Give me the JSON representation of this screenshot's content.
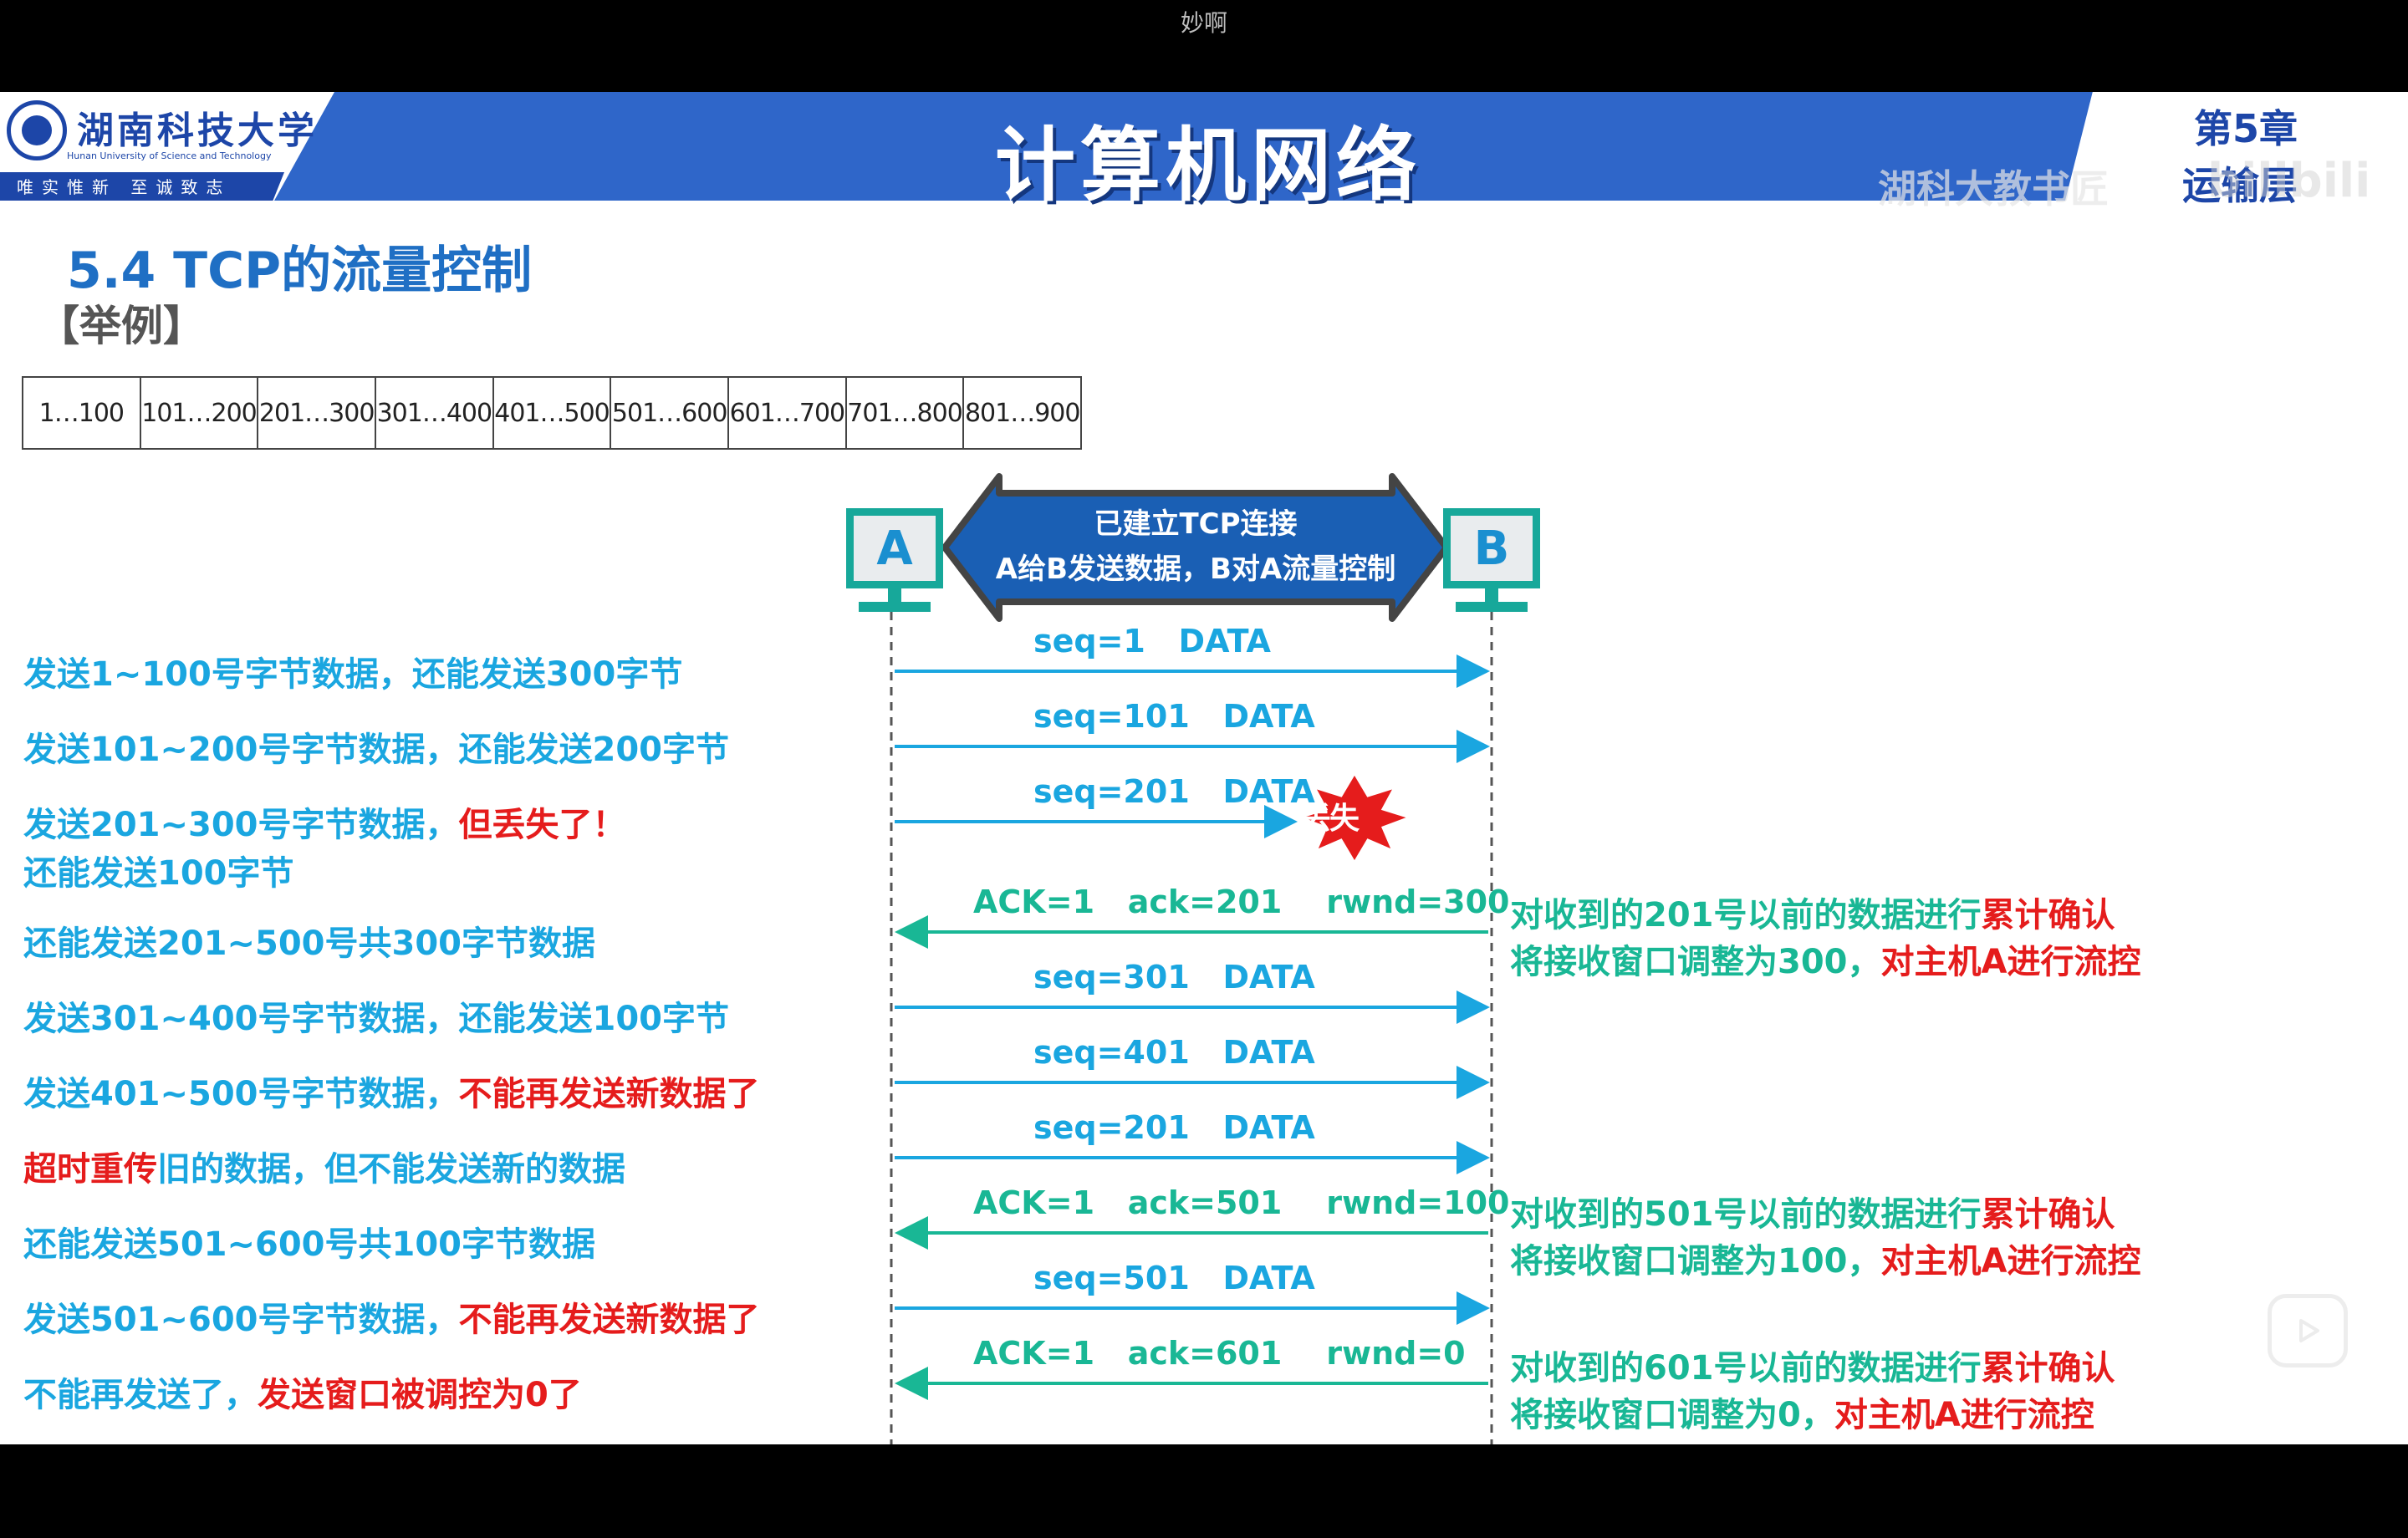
{
  "video": {
    "title": "妙啊"
  },
  "banner": {
    "university_cn": "湖南科技大学",
    "university_en": "Hunan University of Science and Technology",
    "motto": "唯实惟新 至诚致志",
    "course_title": "计算机网络",
    "chapter_number": "第5章",
    "chapter_name": "运输层",
    "channel_mark": "湖科大教书匠",
    "watermark": "bilibili"
  },
  "slide": {
    "section_title": "5.4 TCP的流量控制",
    "example_label": "【举例】"
  },
  "byte_ranges": [
    "1…100",
    "101…200",
    "201…300",
    "301…400",
    "401…500",
    "501…600",
    "601…700",
    "701…800",
    "801…900"
  ],
  "hosts": {
    "a": "A",
    "b": "B"
  },
  "connection": {
    "line1": "已建立TCP连接",
    "line2": "A给B发送数据，B对A流量控制"
  },
  "messages": [
    {
      "label": "seq=1   DATA",
      "direction": "A→B"
    },
    {
      "label": "seq=101   DATA",
      "direction": "A→B"
    },
    {
      "label": "seq=201   DATA",
      "direction": "A→B",
      "lost": true
    },
    {
      "label": "ACK=1   ack=201    rwnd=300",
      "direction": "B→A"
    },
    {
      "label": "seq=301   DATA",
      "direction": "A→B"
    },
    {
      "label": "seq=401   DATA",
      "direction": "A→B"
    },
    {
      "label": "seq=201   DATA",
      "direction": "A→B"
    },
    {
      "label": "ACK=1   ack=501    rwnd=100",
      "direction": "B→A"
    },
    {
      "label": "seq=501   DATA",
      "direction": "A→B"
    },
    {
      "label": "ACK=1   ack=601    rwnd=0",
      "direction": "B→A"
    }
  ],
  "lost_label": "丢失",
  "left_notes": {
    "n1": "发送1~100号字节数据，还能发送300字节",
    "n2": "发送101~200号字节数据，还能发送200字节",
    "n3_a": "发送201~300号字节数据，",
    "n3_b": "但丢失了！",
    "n3_c": "还能发送100字节",
    "n4": "还能发送201~500号共300字节数据",
    "n5": "发送301~400号字节数据，还能发送100字节",
    "n6_a": "发送401~500号字节数据，",
    "n6_b": "不能再发送新数据了",
    "n7_a": "超时重传",
    "n7_b": "旧的数据，但不能发送新的数据",
    "n8": "还能发送501~600号共100字节数据",
    "n9_a": "发送501~600号字节数据，",
    "n9_b": "不能再发送新数据了",
    "n10_a": "不能再发送了，",
    "n10_b": "发送窗口被调控为0了"
  },
  "right_notes": [
    {
      "l1_a": "对收到的201号以前的数据进行",
      "l1_b": "累计确认",
      "l2_a": "将接收窗口调整为300，",
      "l2_b": "对主机A进行流控"
    },
    {
      "l1_a": "对收到的501号以前的数据进行",
      "l1_b": "累计确认",
      "l2_a": "将接收窗口调整为100，",
      "l2_b": "对主机A进行流控"
    },
    {
      "l1_a": "对收到的601号以前的数据进行",
      "l1_b": "累计确认",
      "l2_a": "将接收窗口调整为0，",
      "l2_b": "对主机A进行流控"
    }
  ],
  "colors": {
    "seq": "#1aa6e0",
    "ack": "#19b795",
    "red": "#e51c1c",
    "banner": "#2f66c9",
    "host": "#17a89a"
  },
  "icons": [
    "play-icon"
  ]
}
